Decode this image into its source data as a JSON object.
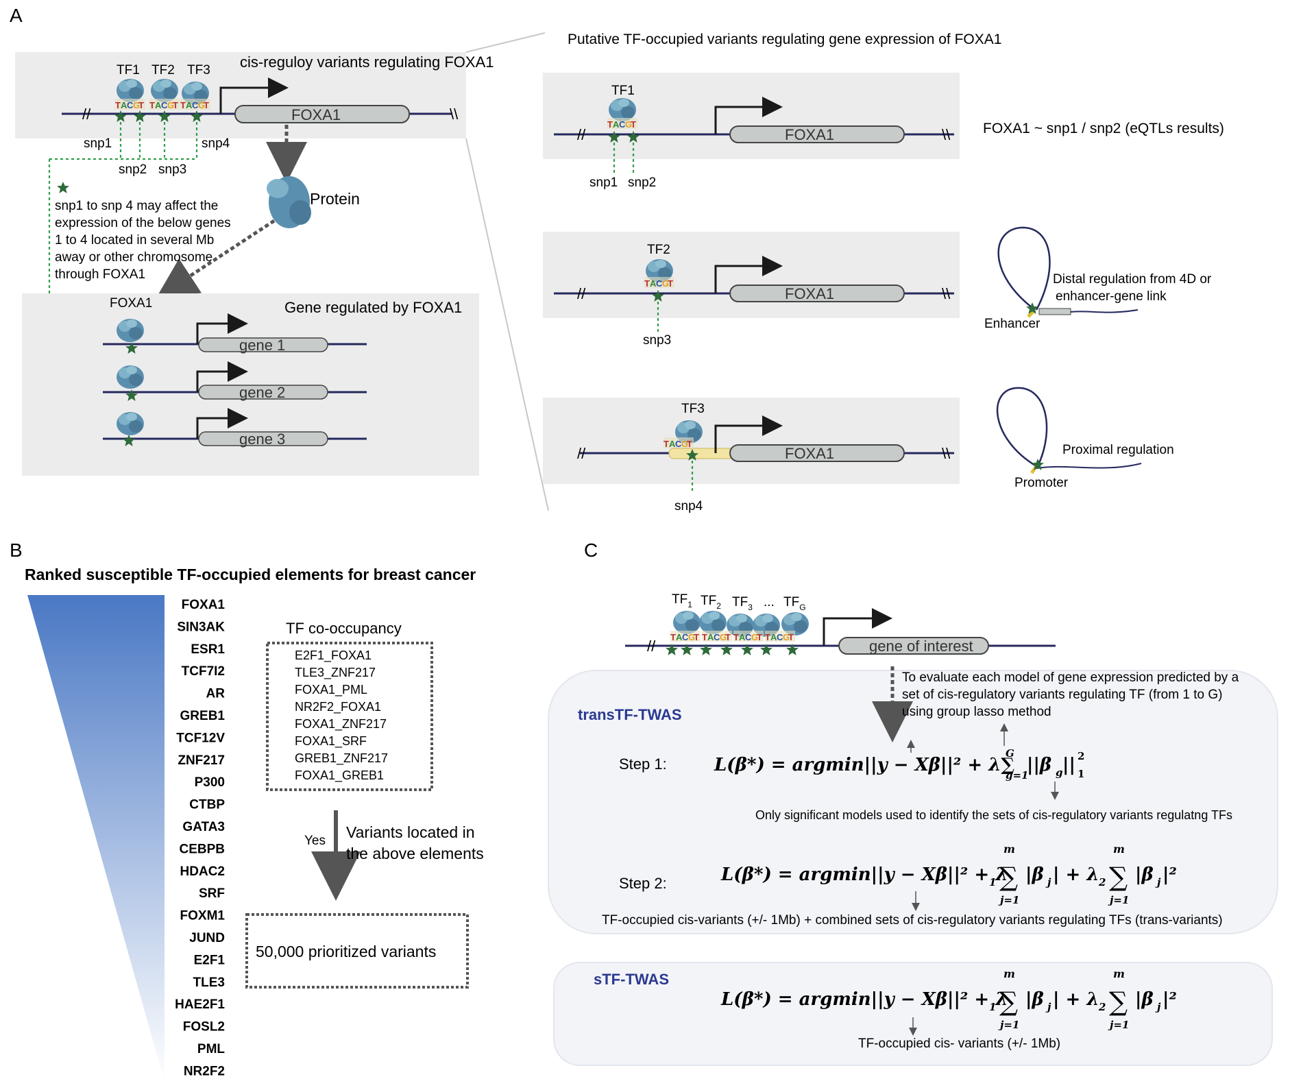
{
  "panel_a": {
    "label": "A",
    "top_title": "cis-reguloy variants regulating FOXA1",
    "tf_labels": [
      "TF1",
      "TF2",
      "TF3"
    ],
    "gene": "FOXA1",
    "snps": [
      "snp1",
      "snp2",
      "snp3",
      "snp4"
    ],
    "protein": "Protein",
    "note_lines": [
      "snp1 to snp 4  may affect the",
      "expression of the below genes",
      "1 to 4 located in several Mb",
      "away or other chromosome",
      "through FOXA1"
    ],
    "bottom_title": "Gene regulated by FOXA1",
    "bottom_tf": "FOXA1",
    "genes": [
      "gene 1",
      "gene 2",
      "gene 3"
    ],
    "right_title": "Putative TF-occupied variants regulating gene expression of FOXA1",
    "rows": [
      {
        "tf": "TF1",
        "snps": [
          "snp1",
          "snp2"
        ],
        "note": "FOXA1 ~ snp1 / snp2 (eQTLs results)"
      },
      {
        "tf": "TF2",
        "snps": [
          "snp3"
        ],
        "note_lines": [
          "Distal regulation from 4D or",
          "enhancer-gene link"
        ],
        "loop_label": "Enhancer"
      },
      {
        "tf": "TF3",
        "snps": [
          "snp4"
        ],
        "note_lines": [
          "Proximal regulation"
        ],
        "loop_label": "Promoter"
      }
    ]
  },
  "panel_b": {
    "label": "B",
    "title": "Ranked susceptible TF-occupied elements for breast cancer",
    "ranked": [
      "FOXA1",
      "SIN3AK",
      "ESR1",
      "TCF7I2",
      "AR",
      "GREB1",
      "TCF12V",
      "ZNF217",
      "P300",
      "CTBP",
      "GATA3",
      "CEBPB",
      "HDAC2",
      "SRF",
      "FOXM1",
      "JUND",
      "E2F1",
      "TLE3",
      "HAE2F1",
      "FOSL2",
      "PML",
      "NR2F2"
    ],
    "cooc_title": "TF co-occupancy",
    "cooc": [
      "E2F1_FOXA1",
      "TLE3_ZNF217",
      "FOXA1_PML",
      "NR2F2_FOXA1",
      "FOXA1_ZNF217",
      "FOXA1_SRF",
      "GREB1_ZNF217",
      "FOXA1_GREB1"
    ],
    "yes": "Yes",
    "variants_lines": [
      "Variants located in",
      "the above elements"
    ],
    "prioritized": "50,000 prioritized variants",
    "colors": {
      "gradient_top": "#4a78c4",
      "gradient_bottom": "#ffffff"
    }
  },
  "panel_c": {
    "label": "C",
    "tf_labels": [
      "TF1",
      "TF2",
      "TF3",
      "...",
      "TFG"
    ],
    "gene": "gene of interest",
    "evaluate_lines": [
      "To evaluate each model of gene expression predicted by a",
      "set of cis-regulatory variants regulating TF (from 1 to G)",
      " using group lasso method"
    ],
    "trans_title": "transTF-TWAS",
    "step1": "Step 1:",
    "only_sig": "Only significant models used to identify the sets of cis-regulatory variants regulatng TFs",
    "step2": "Step 2:",
    "trans_note": "TF-occupied cis-variants (+/- 1Mb) + combined sets of cis-regulatory variants regulating TFs (trans-variants)",
    "s_title": "sTF-TWAS",
    "s_note": "TF-occupied cis- variants (+/- 1Mb)",
    "colors": {
      "title": "#2b3990",
      "box": "#f2f4f8"
    }
  },
  "colors": {
    "line": "#25285e",
    "star": "#2e6b3a",
    "dash_green": "#2e9e4a",
    "gray_box": "#ececec",
    "gene_fill": "#c7cbc9"
  }
}
